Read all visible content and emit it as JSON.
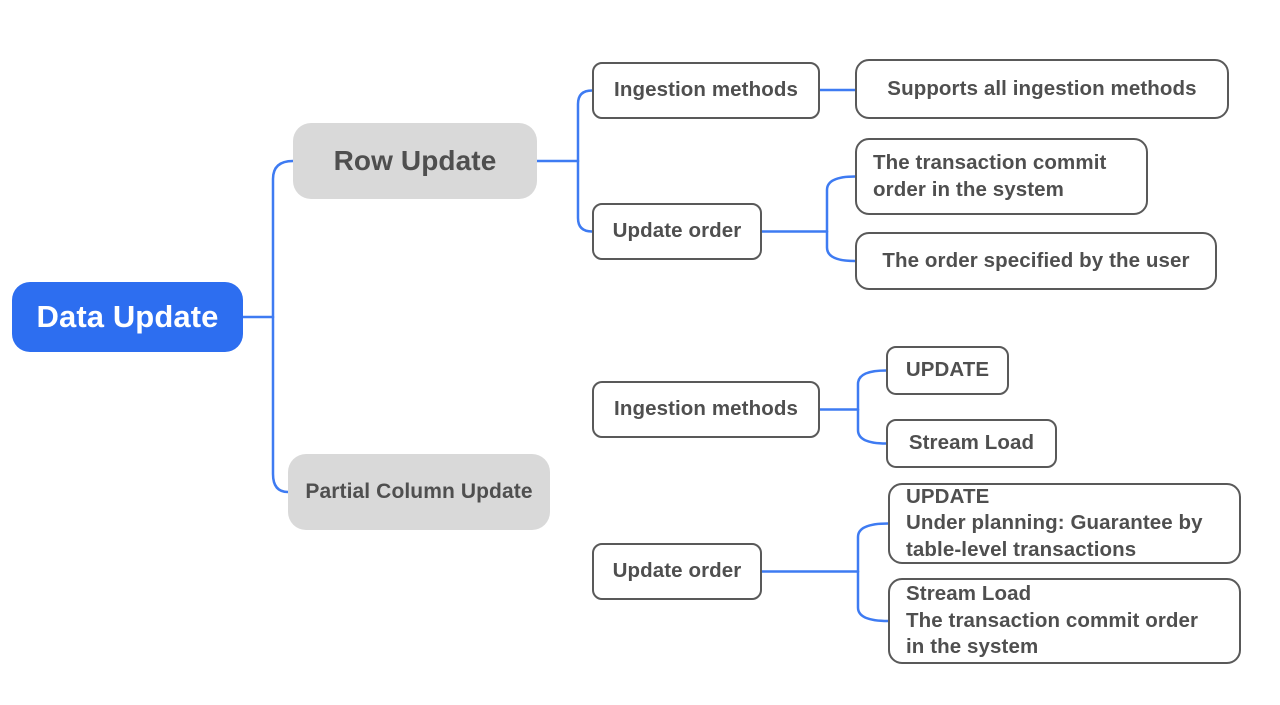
{
  "colors": {
    "root_fill": "#2d6ef0",
    "root_text": "#ffffff",
    "branch_fill": "#d9d9d9",
    "node_border": "#595959",
    "node_text": "#4f4f4f",
    "connector": "#3e7bf2",
    "canvas_background": "#ffffff"
  },
  "mindmap": {
    "root": {
      "label": "Data Update"
    },
    "branches": [
      {
        "label": "Row Update",
        "children": [
          {
            "label": "Ingestion methods",
            "leaves": [
              {
                "label": "Supports all ingestion methods"
              }
            ]
          },
          {
            "label": "Update order",
            "leaves": [
              {
                "label": "The transaction commit\norder in the system"
              },
              {
                "label": "The order specified by the user"
              }
            ]
          }
        ]
      },
      {
        "label": "Partial Column Update",
        "children": [
          {
            "label": "Ingestion methods",
            "leaves": [
              {
                "label": "UPDATE"
              },
              {
                "label": "Stream Load"
              }
            ]
          },
          {
            "label": "Update order",
            "leaves": [
              {
                "label": "UPDATE\nUnder planning: Guarantee by\ntable-level transactions"
              },
              {
                "label": "Stream Load\nThe transaction commit order\nin the system"
              }
            ]
          }
        ]
      }
    ]
  }
}
